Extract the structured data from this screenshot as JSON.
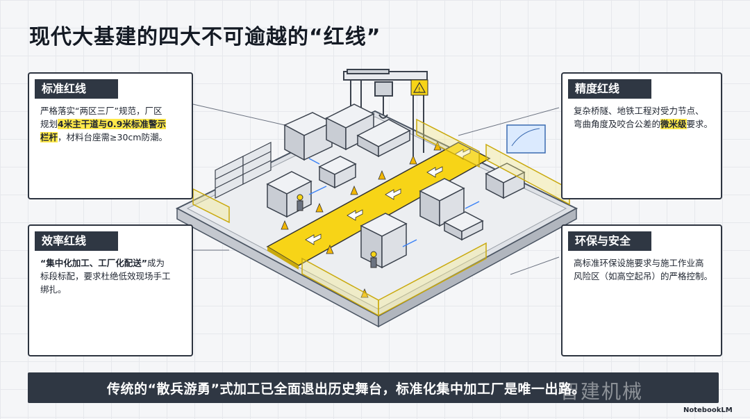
{
  "title": "现代大基建的四大不可逾越的“红线”",
  "panels": {
    "standard": {
      "title": "标准红线",
      "line1": "严格落实“两区三厂”规范，厂区",
      "line2_pre": "规划",
      "line2_hl": "4米主干道与0.9米标准警示",
      "line3_hl": "栏杆",
      "line3_post": "，材料台座需≥30cm防潮。"
    },
    "precision": {
      "title": "精度红线",
      "line1": "复杂桥隧、地铁工程对受力节点、",
      "line2_pre": "弯曲角度及咬合公差的",
      "line2_hl": "微米级",
      "line2_post": "要求。"
    },
    "efficiency": {
      "title": "效率红线",
      "line1_b": "“集中化加工、工厂化配送”",
      "line1_post": "成为",
      "line2": "标段标配，要求杜绝低效现场手工",
      "line3": "绑扎。"
    },
    "safety": {
      "title": "环保与安全",
      "line1": "高标准环保设施要求与施工作业高",
      "line2": "风险区（如高空起吊）的严格控制。"
    }
  },
  "banner": "传统的“散兵游勇”式加工已全面退出历史舞台，标准化集中加工厂是唯一出路。",
  "watermark": "智建机械",
  "brand": "NotebookLM",
  "colors": {
    "dark": "#2f3743",
    "highlight": "#ffe94a",
    "road": "#f7d417"
  }
}
